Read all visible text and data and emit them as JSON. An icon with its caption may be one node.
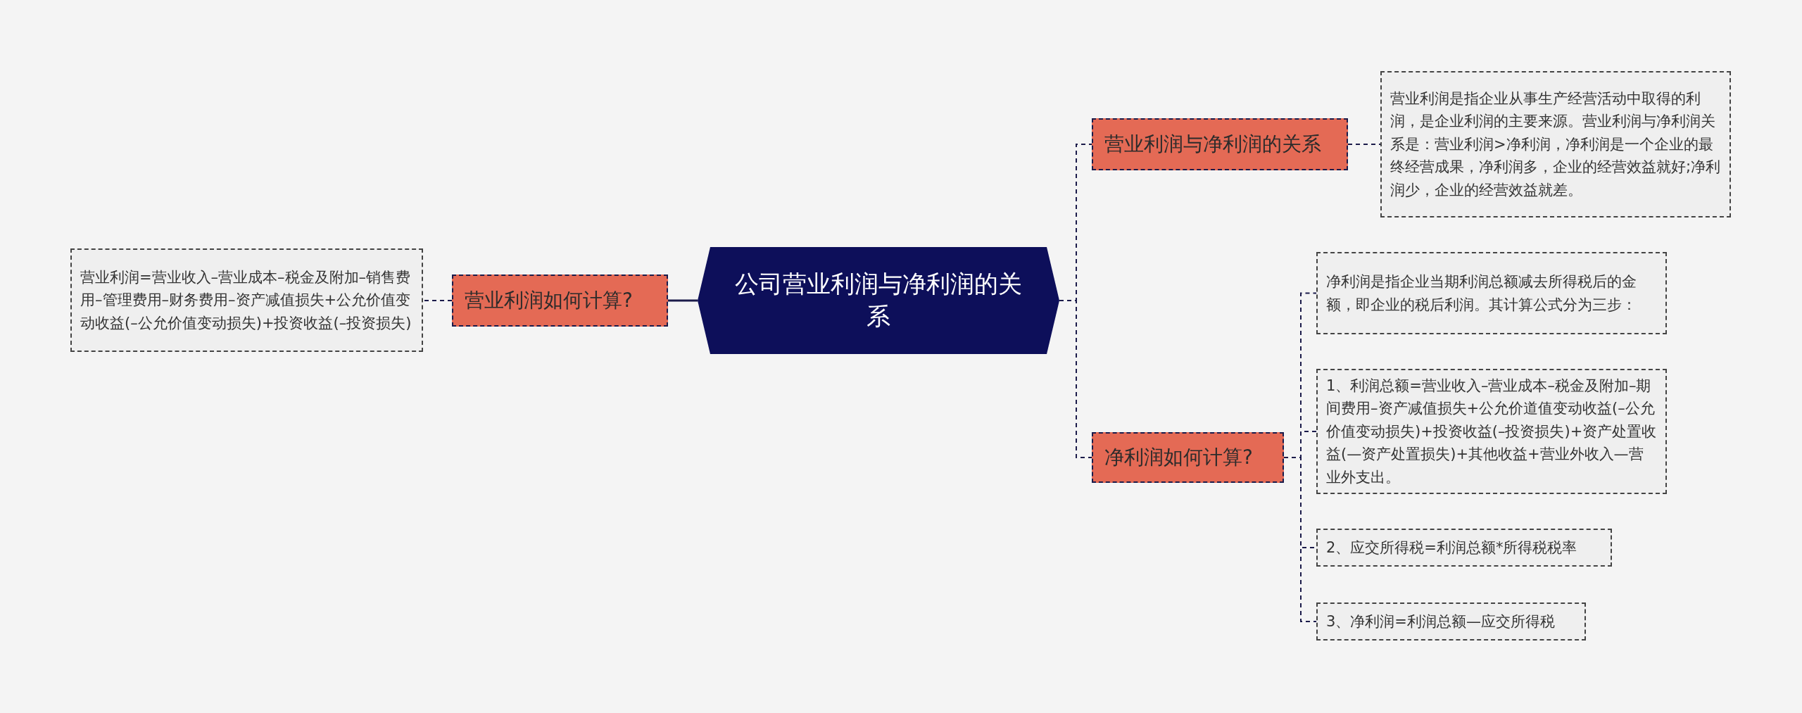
{
  "diagram": {
    "nodes": [
      {
        "text": [
          "公司营业利润与净利润的关系"
        ]
      },
      {
        "text": [
          "营业利润如何计算?"
        ]
      },
      {
        "text": [
          "营业利润=营业收入–营业成本–税金及附加–销售费用–管理费用–财务费用–资产减值损失+公允价值变动收益(–公允价值变动损失)+投资收益(–投资损失)"
        ]
      },
      {
        "text": [
          "营业利润与净利润的关系"
        ]
      },
      {
        "text": [
          "营业利润是指企业从事生产经营活动中取得的利润，是企业利润的主要来源。营业利润与净利润关系是：营业利润>净利润，净利润是一个企业的最终经营成果，净利润多，企业的经营效益就好;净利润少，企业的经营效益就差。"
        ]
      },
      {
        "text": [
          "净利润如何计算?"
        ]
      },
      {
        "text": [
          "净利润是指企业当期利润总额减去所得税后的金额，即企业的税后利润。其计算公式分为三步："
        ]
      },
      {
        "text": [
          "1、利润总额=营业收入–营业成本–税金及附加–期间费用–资产减值损失+公允价道值变动收益(–公允价值变动损失)+投资收益(–投资损失)+资产处置收益(—资产处置损失)+其他收益+营业外收入—营业外支出。"
        ]
      },
      {
        "text": [
          "2、应交所得税=利润总额*所得税税率"
        ]
      },
      {
        "text": [
          "3、净利润=利润总额—应交所得税"
        ]
      }
    ],
    "edges": [
      {
        "from": 0,
        "to": 1,
        "arrow": "none"
      },
      {
        "from": 1,
        "to": 2,
        "arrow": "none",
        "style": "dashed"
      },
      {
        "from": 0,
        "to": 3,
        "arrow": "none",
        "style": "dashed"
      },
      {
        "from": 3,
        "to": 4,
        "arrow": "none",
        "style": "dashed"
      },
      {
        "from": 0,
        "to": 5,
        "arrow": "none",
        "style": "dashed"
      },
      {
        "from": 5,
        "to": 6,
        "arrow": "none",
        "style": "dashed"
      },
      {
        "from": 5,
        "to": 7,
        "arrow": "none",
        "style": "dashed"
      },
      {
        "from": 5,
        "to": 8,
        "arrow": "none",
        "style": "dashed"
      },
      {
        "from": 5,
        "to": 9,
        "arrow": "none",
        "style": "dashed"
      }
    ]
  }
}
